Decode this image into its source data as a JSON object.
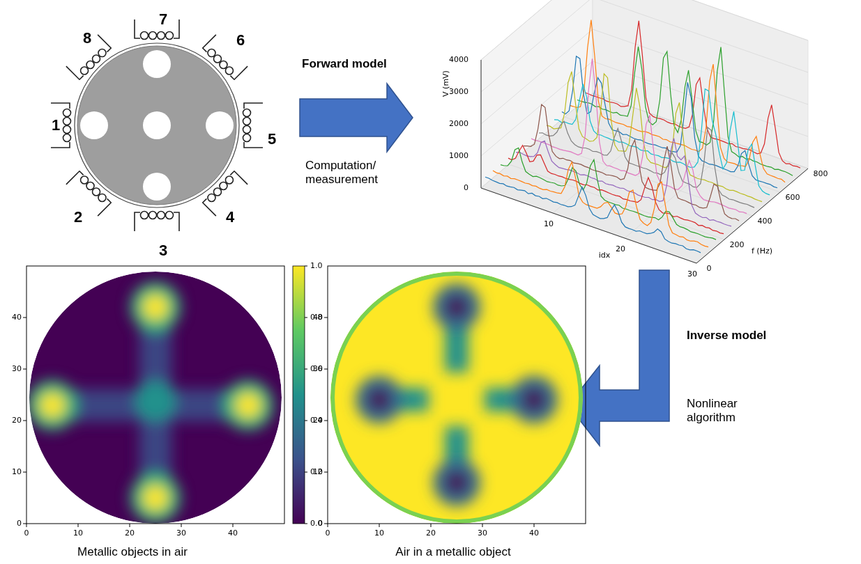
{
  "diagram": {
    "labels": [
      "8",
      "7",
      "6",
      "1",
      "5",
      "2",
      "3",
      "4",
      "Forward model",
      "Computation/ measurement",
      "4000",
      "3000",
      "2000",
      "1000",
      "0",
      "V (mV)",
      "10",
      "20",
      "30",
      "idx",
      "0",
      "200",
      "400",
      "600",
      "800",
      "f (Hz)",
      "Inverse model",
      "Nonlinear algorithm",
      "0",
      "10",
      "20",
      "30",
      "40",
      "0",
      "10",
      "20",
      "30",
      "40",
      "0.0",
      "0.2",
      "0.4",
      "0.6",
      "0.8",
      "1.0",
      "Metallic objects in air",
      "0",
      "10",
      "20",
      "30",
      "40",
      "0",
      "10",
      "20",
      "30",
      "40",
      "Air in a metallic object"
    ]
  }
}
